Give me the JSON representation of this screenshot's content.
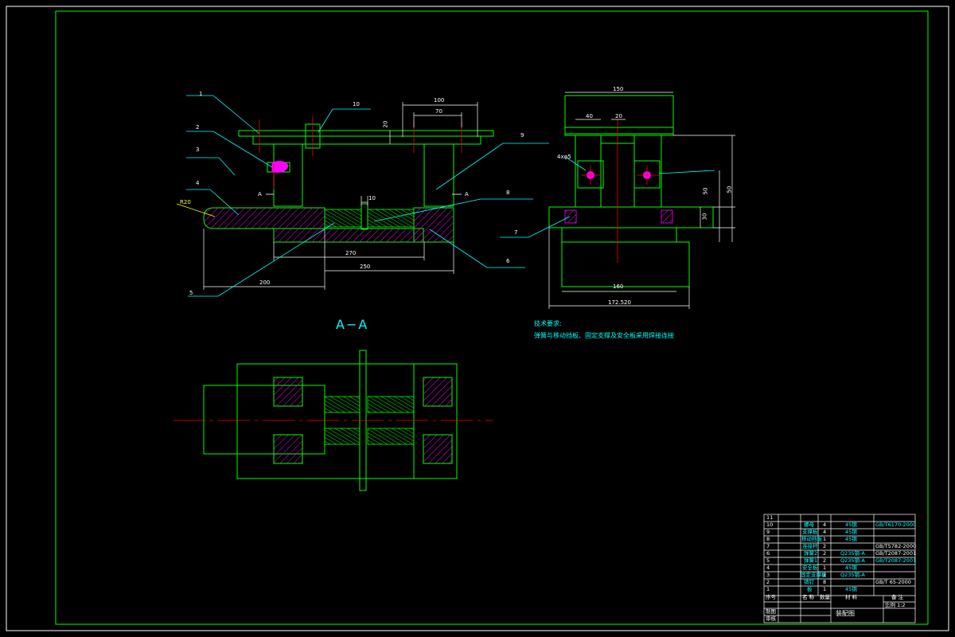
{
  "colors": {
    "background": "#000000",
    "outline": "#00ff00",
    "border": "#ffffff",
    "dimension": "#ffffff",
    "leader": "#00ffff",
    "centerline": "#ff0000",
    "hatch": "#ff00ff",
    "thread": "#00ff00",
    "text_cyan": "#00ffff"
  },
  "callouts": [
    "1",
    "2",
    "3",
    "4",
    "5",
    "6",
    "7",
    "8",
    "9",
    "10"
  ],
  "dimensions": {
    "d100": "100",
    "d70_top": "70",
    "d20_top": "20",
    "d10": "10",
    "d270": "270",
    "d250": "250",
    "d200": "200",
    "r20": "R20",
    "d150": "150",
    "d40": "40",
    "d20_side": "20",
    "d50a": "50",
    "d50b": "50",
    "d30": "30",
    "d160": "160",
    "d172": "172.520",
    "hole": "4xφ5"
  },
  "section_marks": {
    "left": "A",
    "right": "A"
  },
  "section_title": "A−A",
  "notes": {
    "title": "技术要求:",
    "line1": "弹簧与移动挡板、固定支撑及安全板采用焊接连接"
  },
  "title_block": {
    "rows": [
      {
        "no": "11",
        "name": "",
        "qty": "",
        "material": "",
        "std": ""
      },
      {
        "no": "10",
        "name": "螺母",
        "qty": "4",
        "material": "45钢",
        "std": "GB/T6170-2000"
      },
      {
        "no": "9",
        "name": "支撑板",
        "qty": "4",
        "material": "45钢",
        "std": ""
      },
      {
        "no": "8",
        "name": "移动挡板",
        "qty": "1",
        "material": "45钢",
        "std": ""
      },
      {
        "no": "7",
        "name": "连接杆",
        "qty": "2",
        "material": "",
        "std": "GB/T5782-2000"
      },
      {
        "no": "6",
        "name": "弹簧2",
        "qty": "2",
        "material": "Q235钢-A",
        "std": "GB/T2087-2001"
      },
      {
        "no": "5",
        "name": "弹簧1",
        "qty": "2",
        "material": "Q235钢-A",
        "std": "GB/T2087-2001"
      },
      {
        "no": "4",
        "name": "安全板",
        "qty": "1",
        "material": "45钢",
        "std": ""
      },
      {
        "no": "3",
        "name": "固定支撑板",
        "qty": "2",
        "material": "Q235钢-A",
        "std": ""
      },
      {
        "no": "2",
        "name": "销钉",
        "qty": "8",
        "material": "",
        "std": "GB/T 65-2000"
      },
      {
        "no": "1",
        "name": "板",
        "qty": "1",
        "material": "45钢",
        "std": ""
      }
    ],
    "header": {
      "no": "序号",
      "name": "名 称",
      "qty": "数量",
      "material": "材 料",
      "std": "备 注"
    },
    "left1": "制图",
    "left2": "审核",
    "title": "装配图",
    "scale": "比例 1:2"
  }
}
